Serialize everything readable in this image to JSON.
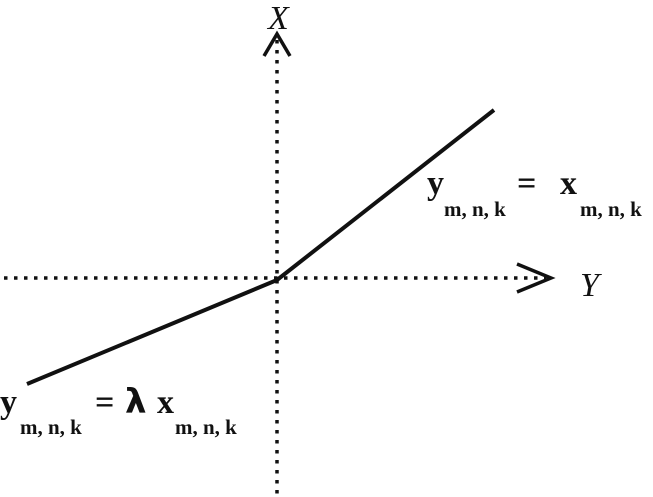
{
  "axes": {
    "vertical_label": "X",
    "horizontal_label": "Y"
  },
  "equations": {
    "upper_right": {
      "lhs": "y",
      "lhs_sub": "m, n, k",
      "op": "=",
      "rhs": "x",
      "rhs_sub": "m, n, k"
    },
    "lower_left": {
      "lhs": "y",
      "lhs_sub": "m, n, k",
      "op": "=",
      "coef": "λ",
      "rhs": "x",
      "rhs_sub": "m, n, k"
    }
  },
  "colors": {
    "ink": "#111111",
    "background": "#ffffff"
  }
}
